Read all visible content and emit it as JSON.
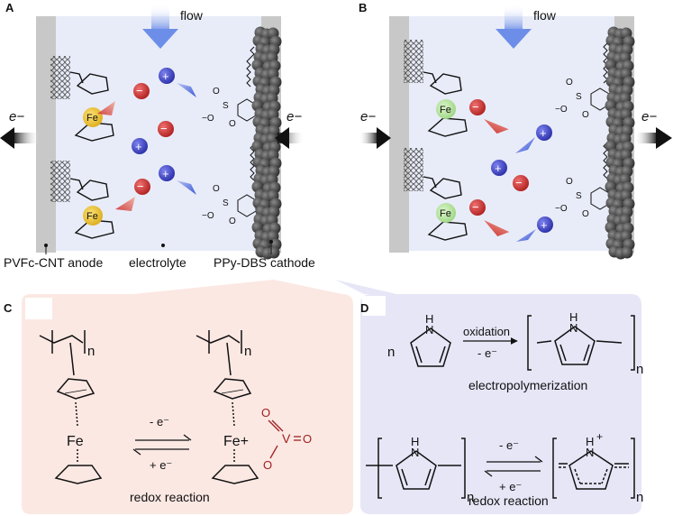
{
  "panels": {
    "a": {
      "letter": "A",
      "flow": "flow",
      "electron_left": "e−",
      "electron_right": "e−",
      "fe": "Fe",
      "minus": "−",
      "plus": "+",
      "sulfonate_o": "O",
      "sulfonate_o_minus": "−O",
      "sulfonate_s": "S",
      "anode_label": "PVFc-CNT anode",
      "electrolyte_label": "electrolyte",
      "cathode_label": "PPy-DBS cathode"
    },
    "b": {
      "letter": "B",
      "flow": "flow",
      "electron_left": "e−",
      "electron_right": "e−",
      "fe": "Fe"
    },
    "c": {
      "letter": "C",
      "n": "n",
      "fe": "Fe",
      "fe_plus": "Fe+",
      "minus_e": "- e⁻",
      "plus_e": "+ e⁻",
      "vanadate": "O=V=O",
      "vanadate_o": "O",
      "vanadate_v": "V",
      "caption": "redox reaction"
    },
    "d": {
      "letter": "D",
      "n": "n",
      "nh": "N",
      "h": "H",
      "h_plus": "+",
      "oxidation": "oxidation",
      "minus_e": "- e⁻",
      "plus_e": "+ e⁻",
      "caption_top": "electropolymerization",
      "caption_bottom": "redox reaction"
    }
  },
  "colors": {
    "electrolyte_bg": "#e8ecf8",
    "electrode_gray": "#c8c8c8",
    "ppy_dark": "#3d3d3d",
    "flow_blue": "#6d8ee8",
    "anion_red": "#cc3333",
    "cation_blue": "#3a3fc4",
    "fe_yellow": "#e8c020",
    "fe_green": "#b6e6a0",
    "panel_c_bg": "#fbe8e3",
    "panel_d_bg": "#e6e6f7",
    "vanadate_red": "#a02020"
  }
}
